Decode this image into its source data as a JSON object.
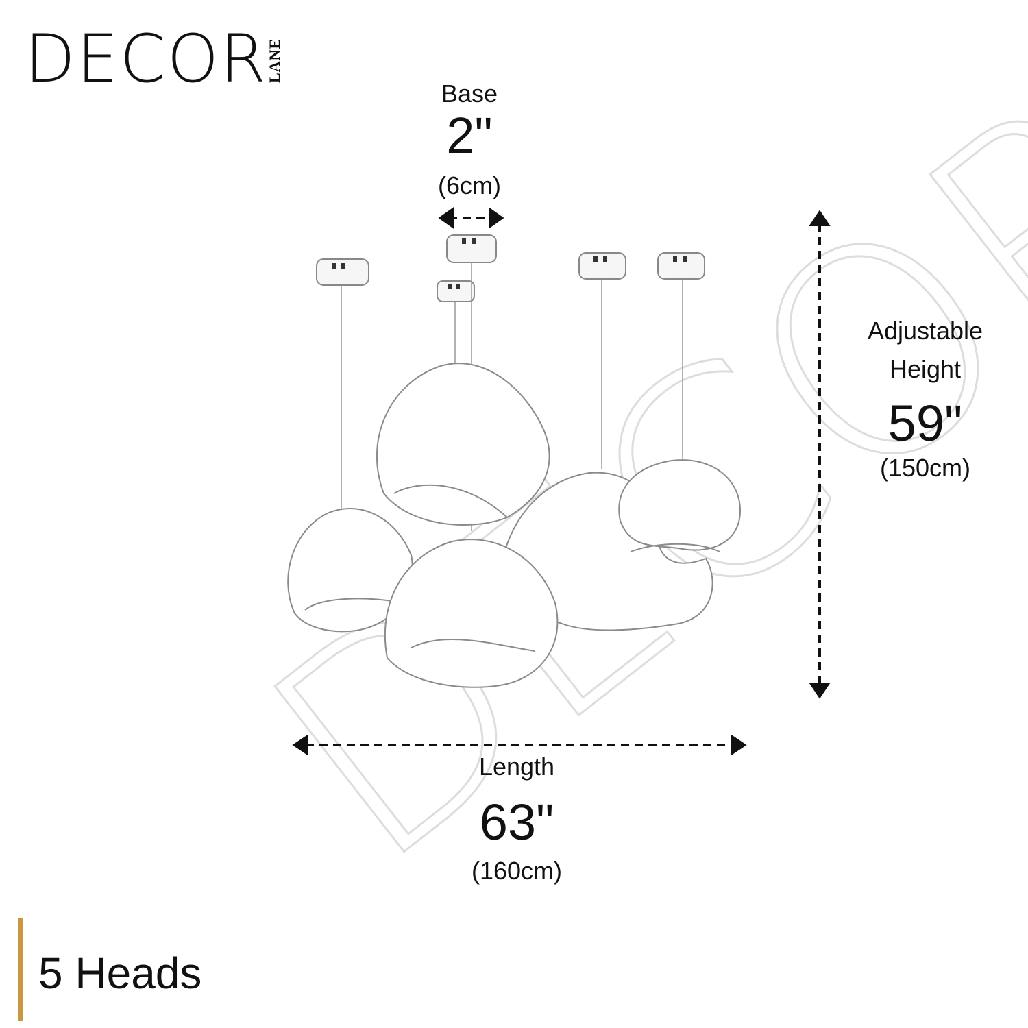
{
  "brand": {
    "logo_main": "DECOR",
    "logo_sub": "LANE"
  },
  "colors": {
    "accent": "#c9973f",
    "ink": "#111111",
    "watermark": "#d9d9d9",
    "sketch": "#9a9a9a"
  },
  "dimensions": {
    "base": {
      "label": "Base",
      "value": "2\"",
      "unit": "(6cm)"
    },
    "height": {
      "label_line1": "Adjustable",
      "label_line2": "Height",
      "value": "59\"",
      "unit": "(150cm)"
    },
    "length": {
      "label": "Length",
      "value": "63\"",
      "unit": "(160cm)"
    }
  },
  "product": {
    "heads_label": "5 Heads"
  },
  "icons": {
    "base_arrow": "double-arrow-horizontal-icon",
    "height_arrow": "double-arrow-vertical-icon",
    "length_arrow": "double-arrow-horizontal-icon"
  }
}
